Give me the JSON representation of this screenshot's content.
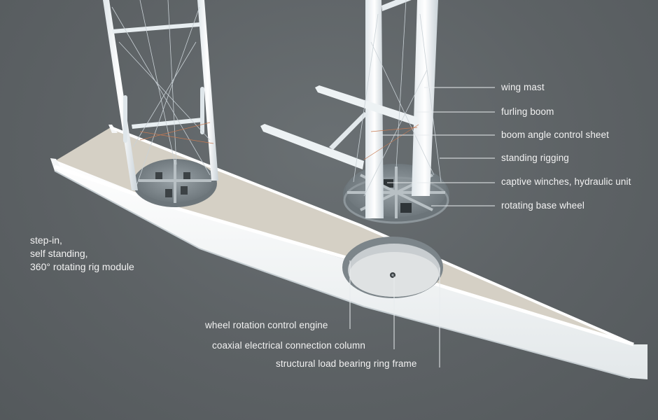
{
  "callouts_right": [
    "wing mast",
    "furling boom",
    "boom angle control sheet",
    "standing rigging",
    "captive winches, hydraulic unit",
    "rotating base wheel"
  ],
  "callouts_bottom": [
    "wheel rotation control engine",
    "coaxial electrical connection column",
    "structural load bearing ring frame"
  ],
  "side_note": [
    "step-in,",
    "self standing,",
    "360° rotating rig module"
  ]
}
